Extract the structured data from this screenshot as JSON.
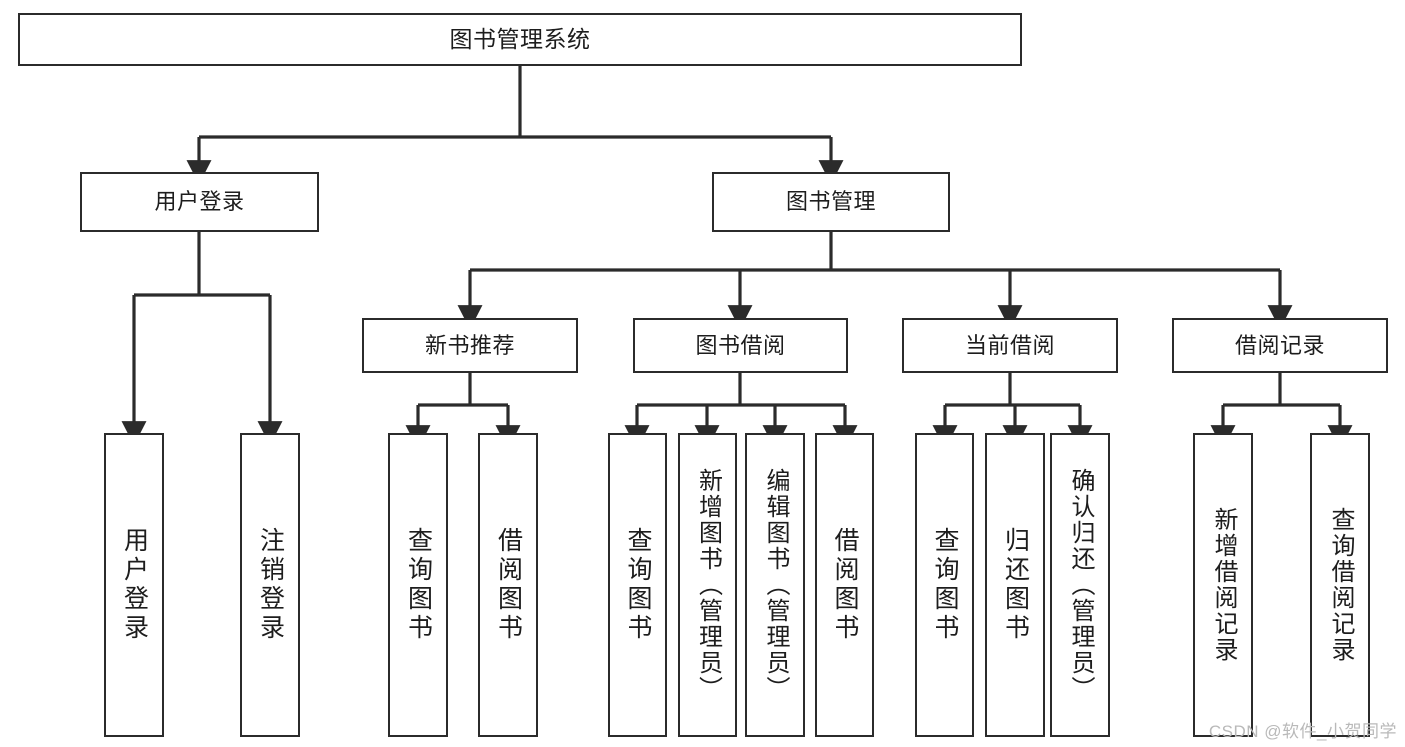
{
  "diagram": {
    "title": "图书管理系统",
    "type": "tree",
    "watermark": "CSDN @软件_小贺同学",
    "colors": {
      "box_border": "#2b2b2b",
      "box_fill": "#ffffff",
      "edge": "#2b2b2b",
      "text": "#1d1d1d",
      "watermark": "#b9b9b9"
    },
    "nodes": {
      "root": {
        "label": "图书管理系统"
      },
      "level1": [
        {
          "id": "user-login",
          "label": "用户登录"
        },
        {
          "id": "book-management",
          "label": "图书管理"
        }
      ],
      "level2": [
        {
          "id": "new-book-recommend",
          "label": "新书推荐"
        },
        {
          "id": "book-borrow",
          "label": "图书借阅"
        },
        {
          "id": "current-borrow",
          "label": "当前借阅"
        },
        {
          "id": "borrow-record",
          "label": "借阅记录"
        }
      ],
      "leaves": {
        "user_login": [
          {
            "id": "leaf-user-login",
            "label": "用户登录"
          },
          {
            "id": "leaf-logout-login",
            "label": "注销登录"
          }
        ],
        "new_book_recommend": [
          {
            "id": "leaf-query-book-1",
            "label": "查询图书"
          },
          {
            "id": "leaf-borrow-book-1",
            "label": "借阅图书"
          }
        ],
        "book_borrow": [
          {
            "id": "leaf-query-book-2",
            "label": "查询图书"
          },
          {
            "id": "leaf-add-book",
            "label": "新增图书（管理员）"
          },
          {
            "id": "leaf-edit-book",
            "label": "编辑图书（管理员）"
          },
          {
            "id": "leaf-borrow-book-2",
            "label": "借阅图书"
          }
        ],
        "current_borrow": [
          {
            "id": "leaf-query-book-3",
            "label": "查询图书"
          },
          {
            "id": "leaf-return-book",
            "label": "归还图书"
          },
          {
            "id": "leaf-confirm-return",
            "label": "确认归还（管理员）"
          }
        ],
        "borrow_record": [
          {
            "id": "leaf-add-borrow-record",
            "label": "新增借阅记录"
          },
          {
            "id": "leaf-query-borrow-record",
            "label": "查询借阅记录"
          }
        ]
      }
    }
  }
}
